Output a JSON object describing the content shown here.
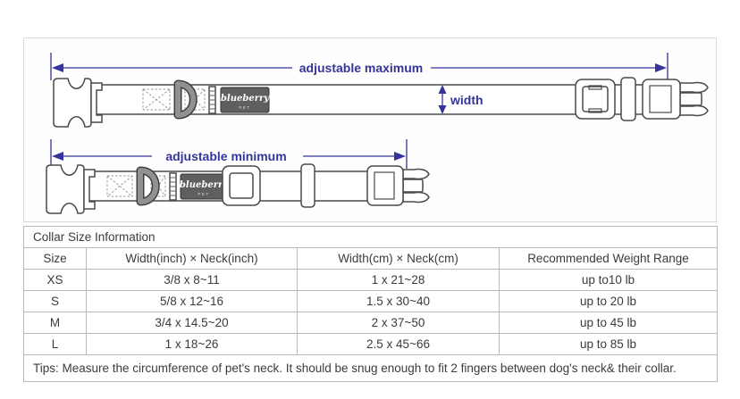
{
  "colors": {
    "dimension_accent": "#34349a",
    "drawing_outline": "#4a4a4a",
    "table_border": "#b9b9b9",
    "label_box": "#5f5f5f"
  },
  "diagram": {
    "adjustable_maximum_label": "adjustable maximum",
    "adjustable_minimum_label": "adjustable minimum",
    "width_label": "width",
    "brand": {
      "name": "blueberry",
      "sub": "PET"
    }
  },
  "table": {
    "title": "Collar Size Information",
    "headers": [
      "Size",
      "Width(inch) × Neck(inch)",
      "Width(cm) × Neck(cm)",
      "Recommended Weight Range"
    ],
    "rows": [
      {
        "size": "XS",
        "inch": "3/8 x 8~11",
        "cm": "1 x 21~28",
        "weight": "up to10 lb"
      },
      {
        "size": "S",
        "inch": "5/8 x 12~16",
        "cm": "1.5 x 30~40",
        "weight": "up to 20 lb"
      },
      {
        "size": "M",
        "inch": "3/4 x 14.5~20",
        "cm": "2 x 37~50",
        "weight": "up to 45 lb"
      },
      {
        "size": "L",
        "inch": "1 x 18~26",
        "cm": "2.5 x 45~66",
        "weight": "up to 85 lb"
      }
    ],
    "tips": "Tips: Measure the circumference of pet's neck. It should be snug enough to fit 2 fingers between dog's neck& their collar."
  }
}
